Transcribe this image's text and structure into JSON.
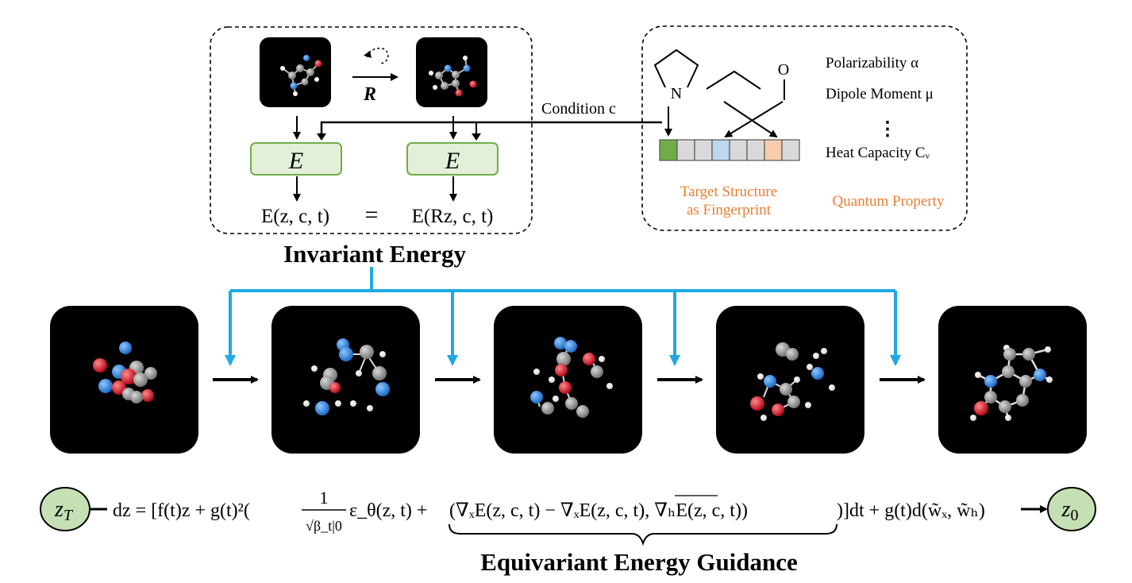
{
  "invariant_panel": {
    "rotation_label": "R",
    "energy_label": "E",
    "equation_lhs": "E(z, c, t)",
    "equation_eq": "=",
    "equation_rhs": "E(Rz, c, t)",
    "title": "Invariant Energy"
  },
  "condition": {
    "label": "Condition c"
  },
  "condition_panel": {
    "atom_N": "N",
    "atom_O": "O",
    "properties": [
      "Polarizability α",
      "Dipole Moment μ",
      "⋮",
      "Heat Capacity Cᵥ"
    ],
    "fingerprint_caption_line1": "Target Structure",
    "fingerprint_caption_line2": "as Fingerprint",
    "property_caption": "Quantum Property"
  },
  "colors": {
    "energy_box_border": "#70ad47",
    "energy_box_fill": "#e2efd9",
    "guidance_arrow": "#1fa9e4",
    "caption_orange": "#ed7d31",
    "fingerprint_green": "#70ad47",
    "fingerprint_blue": "#bdd7ee",
    "fingerprint_orange": "#f8cbad",
    "fingerprint_gray": "#d9d9d9",
    "atom_carbon": "#8c8c8c",
    "atom_nitrogen": "#2e86de",
    "atom_oxygen": "#e8121e",
    "atom_hydrogen": "#ffffff",
    "node_fill": "#c5e0b4"
  },
  "sde": {
    "start_node": "z_T",
    "end_node": "z_0",
    "equation_left": "dz = [f(t)z + g(t)²(",
    "fraction_numerator": "1",
    "fraction_denominator": "√β_t|0",
    "equation_eps": "ε_θ(z, t) + ",
    "guidance_term": "(∇ₓE(z, c, t) − ∇ₓE(z, c, t), ∇ₕE(z, c, t))",
    "equation_right": ")]dt + g(t)d(w̃ₓ, w̃ₕ)",
    "guidance_title": "Equivariant Energy Guidance"
  }
}
